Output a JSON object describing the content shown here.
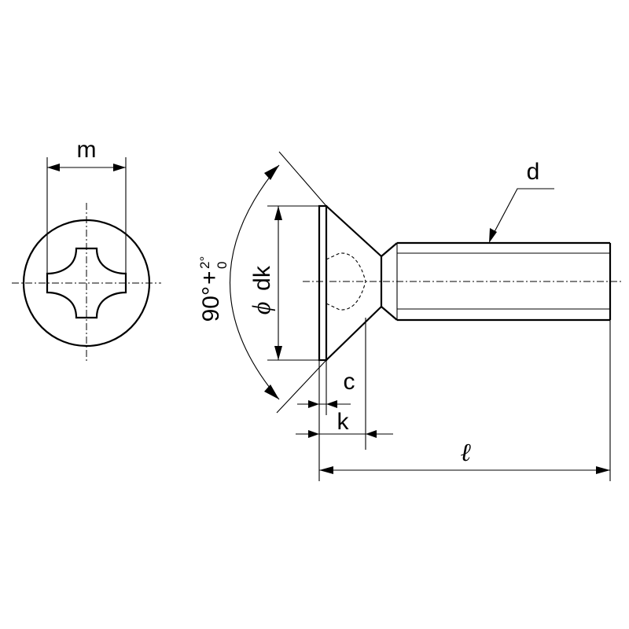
{
  "labels": {
    "m": "m",
    "d": "d",
    "dk_symbol": "ϕ",
    "dk": "dk",
    "c": "c",
    "k": "k",
    "length": "ℓ",
    "angle_main": "90°",
    "angle_plus": "+",
    "angle_upper": "2°",
    "angle_lower": "0"
  },
  "colors": {
    "line": "#000000",
    "background": "#ffffff"
  }
}
